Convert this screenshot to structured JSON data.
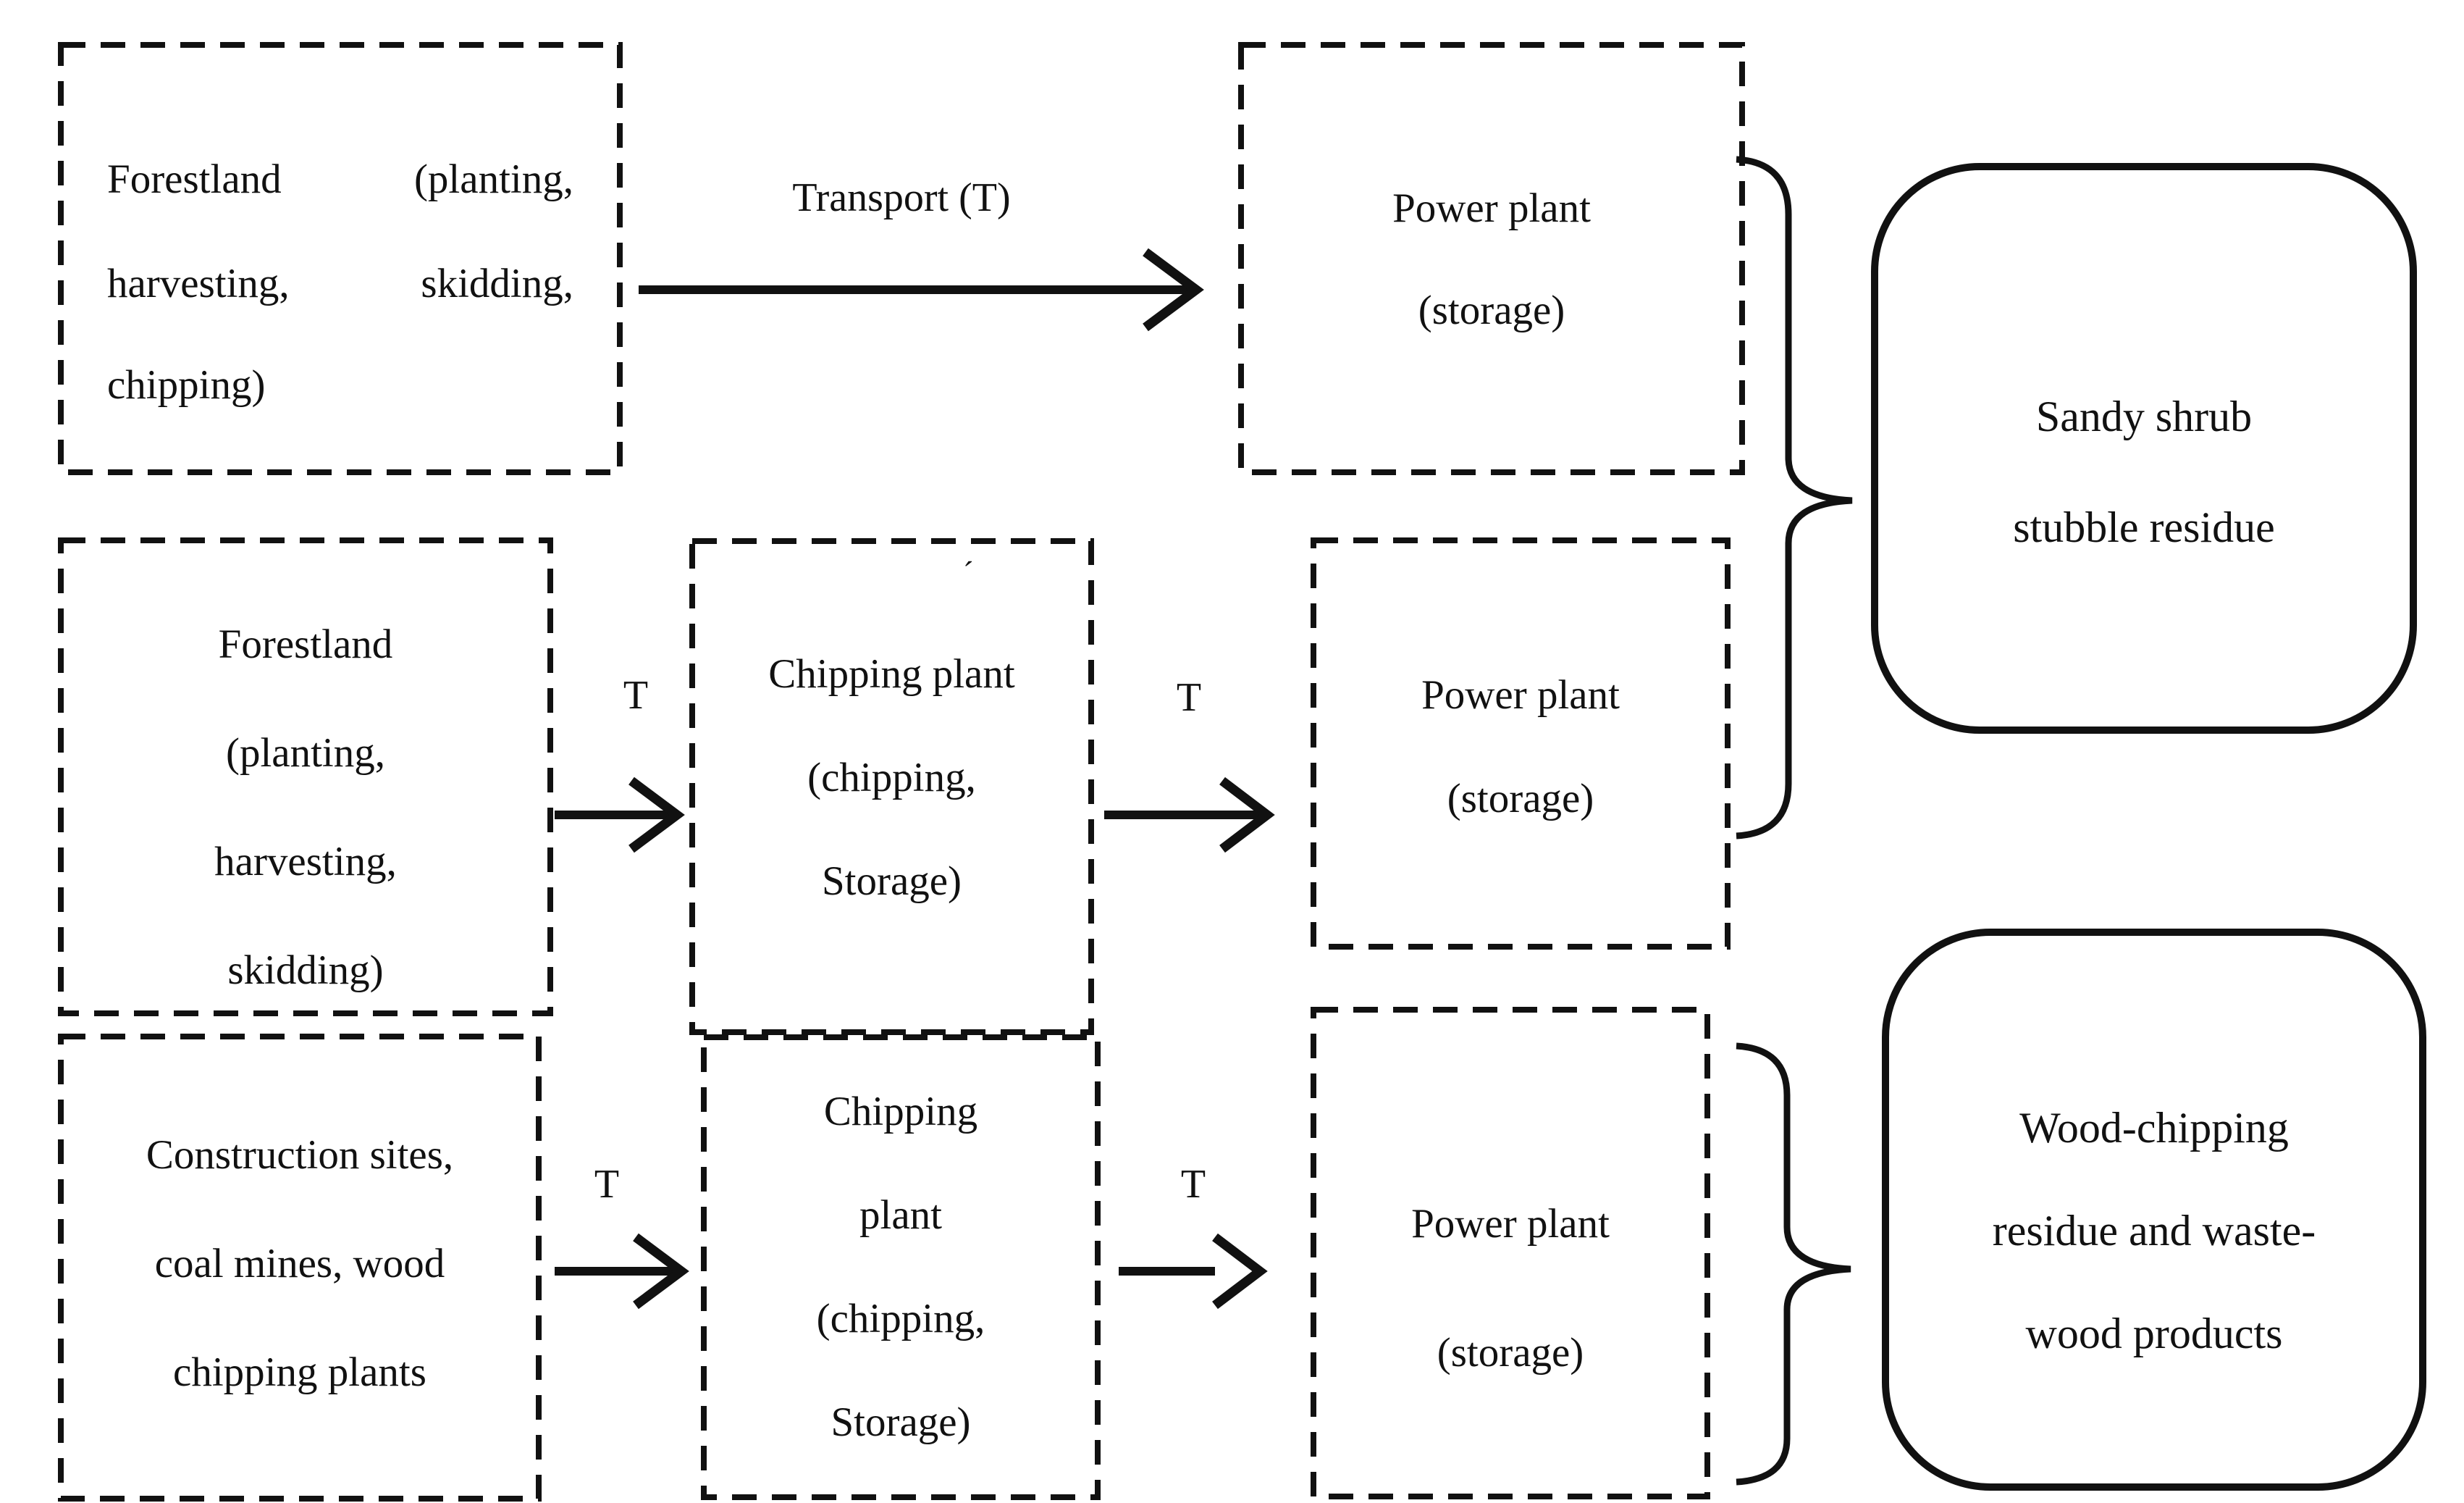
{
  "diagram": {
    "title_implicit": "Biomass fuel supply chains",
    "transport_label": "Transport (T)",
    "t_label": "T",
    "stray_mark": "´",
    "row1": {
      "source": {
        "line1_left": "Forestland",
        "line1_right": "(planting,",
        "line2_left": "harvesting,",
        "line2_right": "skidding,",
        "line3": "chipping)"
      },
      "dest": {
        "lines": [
          "Power plant",
          "(storage)"
        ]
      }
    },
    "row2": {
      "source": {
        "lines": [
          "Forestland",
          "(planting,",
          "harvesting,",
          "skidding)"
        ]
      },
      "mid": {
        "lines": [
          "Chipping plant",
          "(chipping,",
          "Storage)"
        ]
      },
      "dest": {
        "lines": [
          "Power plant",
          "(storage)"
        ]
      }
    },
    "row3": {
      "source": {
        "lines": [
          "Construction sites,",
          "coal mines, wood",
          "chipping plants"
        ]
      },
      "mid": {
        "lines": [
          "Chipping",
          "plant",
          "(chipping,",
          "Storage)"
        ]
      },
      "dest": {
        "lines": [
          "Power plant",
          "(storage)"
        ]
      }
    },
    "groups": {
      "sandy": {
        "lines": [
          "Sandy shrub",
          "stubble residue"
        ]
      },
      "wood": {
        "lines": [
          "Wood-chipping",
          "residue and waste-",
          "wood products"
        ]
      }
    },
    "colors": {
      "ink": "#111111",
      "background": "#ffffff"
    }
  }
}
